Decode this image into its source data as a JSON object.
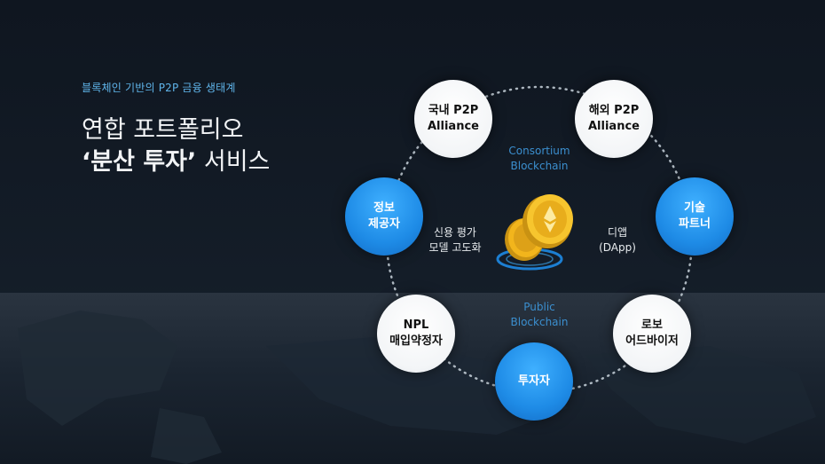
{
  "header": {
    "subtitle": "블록체인 기반의 P2P 금융 생태계",
    "title_line1": "연합 포트폴리오",
    "title_line2_bold": "‘분산 투자’",
    "title_line2_rest": " 서비스"
  },
  "nodes": {
    "domestic": {
      "line1": "국내 P2P",
      "line2": "Alliance"
    },
    "overseas": {
      "line1": "해외 P2P",
      "line2": "Alliance"
    },
    "tech": {
      "line1": "기술",
      "line2": "파트너"
    },
    "robo": {
      "line1": "로보",
      "line2": "어드바이저"
    },
    "investor": {
      "line1": "투자자"
    },
    "npl": {
      "line1": "NPL",
      "line2": "매입약정자"
    },
    "info": {
      "line1": "정보",
      "line2": "제공자"
    }
  },
  "center": {
    "consortium": {
      "line1": "Consortium",
      "line2": "Blockchain"
    },
    "public": {
      "line1": "Public",
      "line2": "Blockchain"
    },
    "credit": {
      "line1": "신용 평가",
      "line2": "모델 고도화"
    },
    "dapp": {
      "line1": "디앱",
      "line2": "(DApp)"
    }
  },
  "colors": {
    "accent_blue": "#1e8be6",
    "subtitle_blue": "#5fb4ea",
    "node_white": "#ffffff",
    "coin_gold": "#f2b51c"
  }
}
